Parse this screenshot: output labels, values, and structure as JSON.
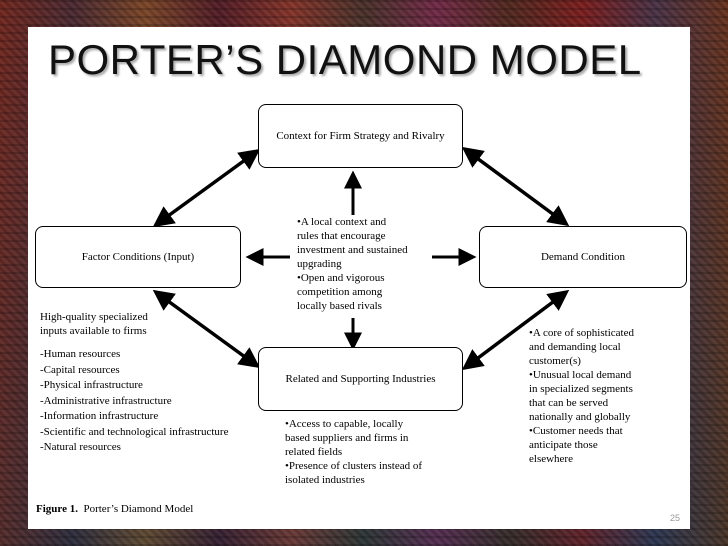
{
  "title": "PORTER’S DIAMOND MODEL",
  "boxes": {
    "strategy": "Context for Firm Strategy and Rivalry",
    "factor": "Factor Conditions (Input)",
    "demand": "Demand Condition",
    "related": "Related and Supporting Industries"
  },
  "center_notes": [
    "•A local context and",
    "rules that encourage",
    "investment and sustained",
    "upgrading",
    "•Open and vigorous",
    "competition among",
    "locally based rivals"
  ],
  "factor_notes": [
    "High-quality specialized",
    "inputs available to firms"
  ],
  "factor_list": [
    "-Human resources",
    "-Capital resources",
    "-Physical infrastructure",
    "-Administrative infrastructure",
    "-Information infrastructure",
    "-Scientific and technological infrastructure",
    "-Natural resources"
  ],
  "demand_notes": [
    "•A core of sophisticated",
    "and demanding local",
    "customer(s)",
    "•Unusual local demand",
    "in specialized segments",
    "that can be served",
    "nationally and globally",
    "•Customer needs that",
    "anticipate those",
    "elsewhere"
  ],
  "related_notes": [
    "•Access to capable, locally",
    "based suppliers and firms in",
    "related fields",
    "•Presence of clusters instead of",
    "isolated industries"
  ],
  "caption": {
    "label": "Figure 1.",
    "text": "Porter’s Diamond Model"
  },
  "page_number": "25"
}
